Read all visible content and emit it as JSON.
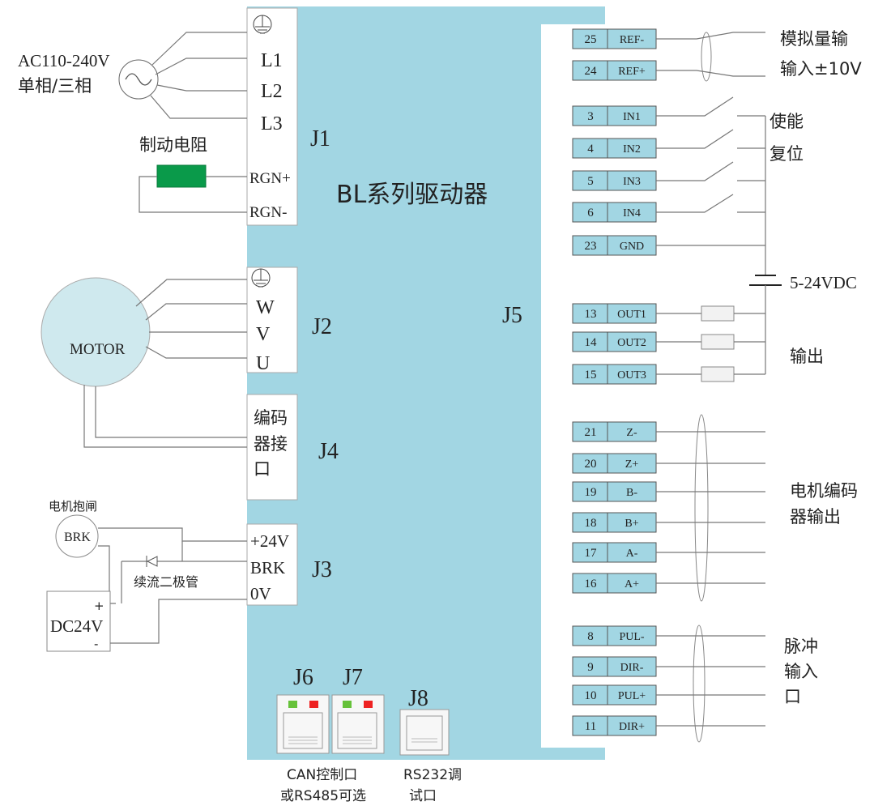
{
  "drive_title": "BL系列驱动器",
  "power": {
    "supply_label": [
      "AC110-240V",
      "单相/三相"
    ],
    "terminals": [
      "L1",
      "L2",
      "L3"
    ],
    "connector": "J1",
    "brake_resistor_label": "制动电阻",
    "resistor_terminals": [
      "RGN+",
      "RGN-"
    ]
  },
  "motor": {
    "label": "MOTOR",
    "terminals": [
      "W",
      "V",
      "U"
    ],
    "connector": "J2"
  },
  "encoder": {
    "label": [
      "编码",
      "器接",
      "口"
    ],
    "connector": "J4"
  },
  "brake": {
    "brake_label": "电机抱闸",
    "brake_symbol": "BRK",
    "diode_label": "续流二极管",
    "dc_supply": "DC24V",
    "plus": "+",
    "minus": "-",
    "terminals": [
      "+24V",
      "BRK",
      "0V"
    ],
    "connector": "J3"
  },
  "io": {
    "connector": "J5",
    "pins": [
      {
        "num": "25",
        "name": "REF-"
      },
      {
        "num": "24",
        "name": "REF+"
      },
      {
        "num": "3",
        "name": "IN1"
      },
      {
        "num": "4",
        "name": "IN2"
      },
      {
        "num": "5",
        "name": "IN3"
      },
      {
        "num": "6",
        "name": "IN4"
      },
      {
        "num": "23",
        "name": "GND"
      },
      {
        "num": "13",
        "name": "OUT1"
      },
      {
        "num": "14",
        "name": "OUT2"
      },
      {
        "num": "15",
        "name": "OUT3"
      },
      {
        "num": "21",
        "name": "Z-"
      },
      {
        "num": "20",
        "name": "Z+"
      },
      {
        "num": "19",
        "name": "B-"
      },
      {
        "num": "18",
        "name": "B+"
      },
      {
        "num": "17",
        "name": "A-"
      },
      {
        "num": "16",
        "name": "A+"
      },
      {
        "num": "8",
        "name": "PUL-"
      },
      {
        "num": "9",
        "name": "DIR-"
      },
      {
        "num": "10",
        "name": "PUL+"
      },
      {
        "num": "11",
        "name": "DIR+"
      }
    ],
    "analog_label": [
      "模拟量输",
      "输入±10V"
    ],
    "enable_label": "使能",
    "reset_label": "复位",
    "vdc_label": "5-24VDC",
    "output_label": "输出",
    "encoder_out_label": [
      "电机编码",
      "器输出"
    ],
    "pulse_label": [
      "脉冲",
      "输入",
      "口"
    ]
  },
  "comm": {
    "j6": "J6",
    "j7": "J7",
    "j8": "J8",
    "can_label": [
      "CAN控制口",
      "或RS485可选"
    ],
    "rs232_label": [
      "RS232调",
      "试口"
    ]
  }
}
